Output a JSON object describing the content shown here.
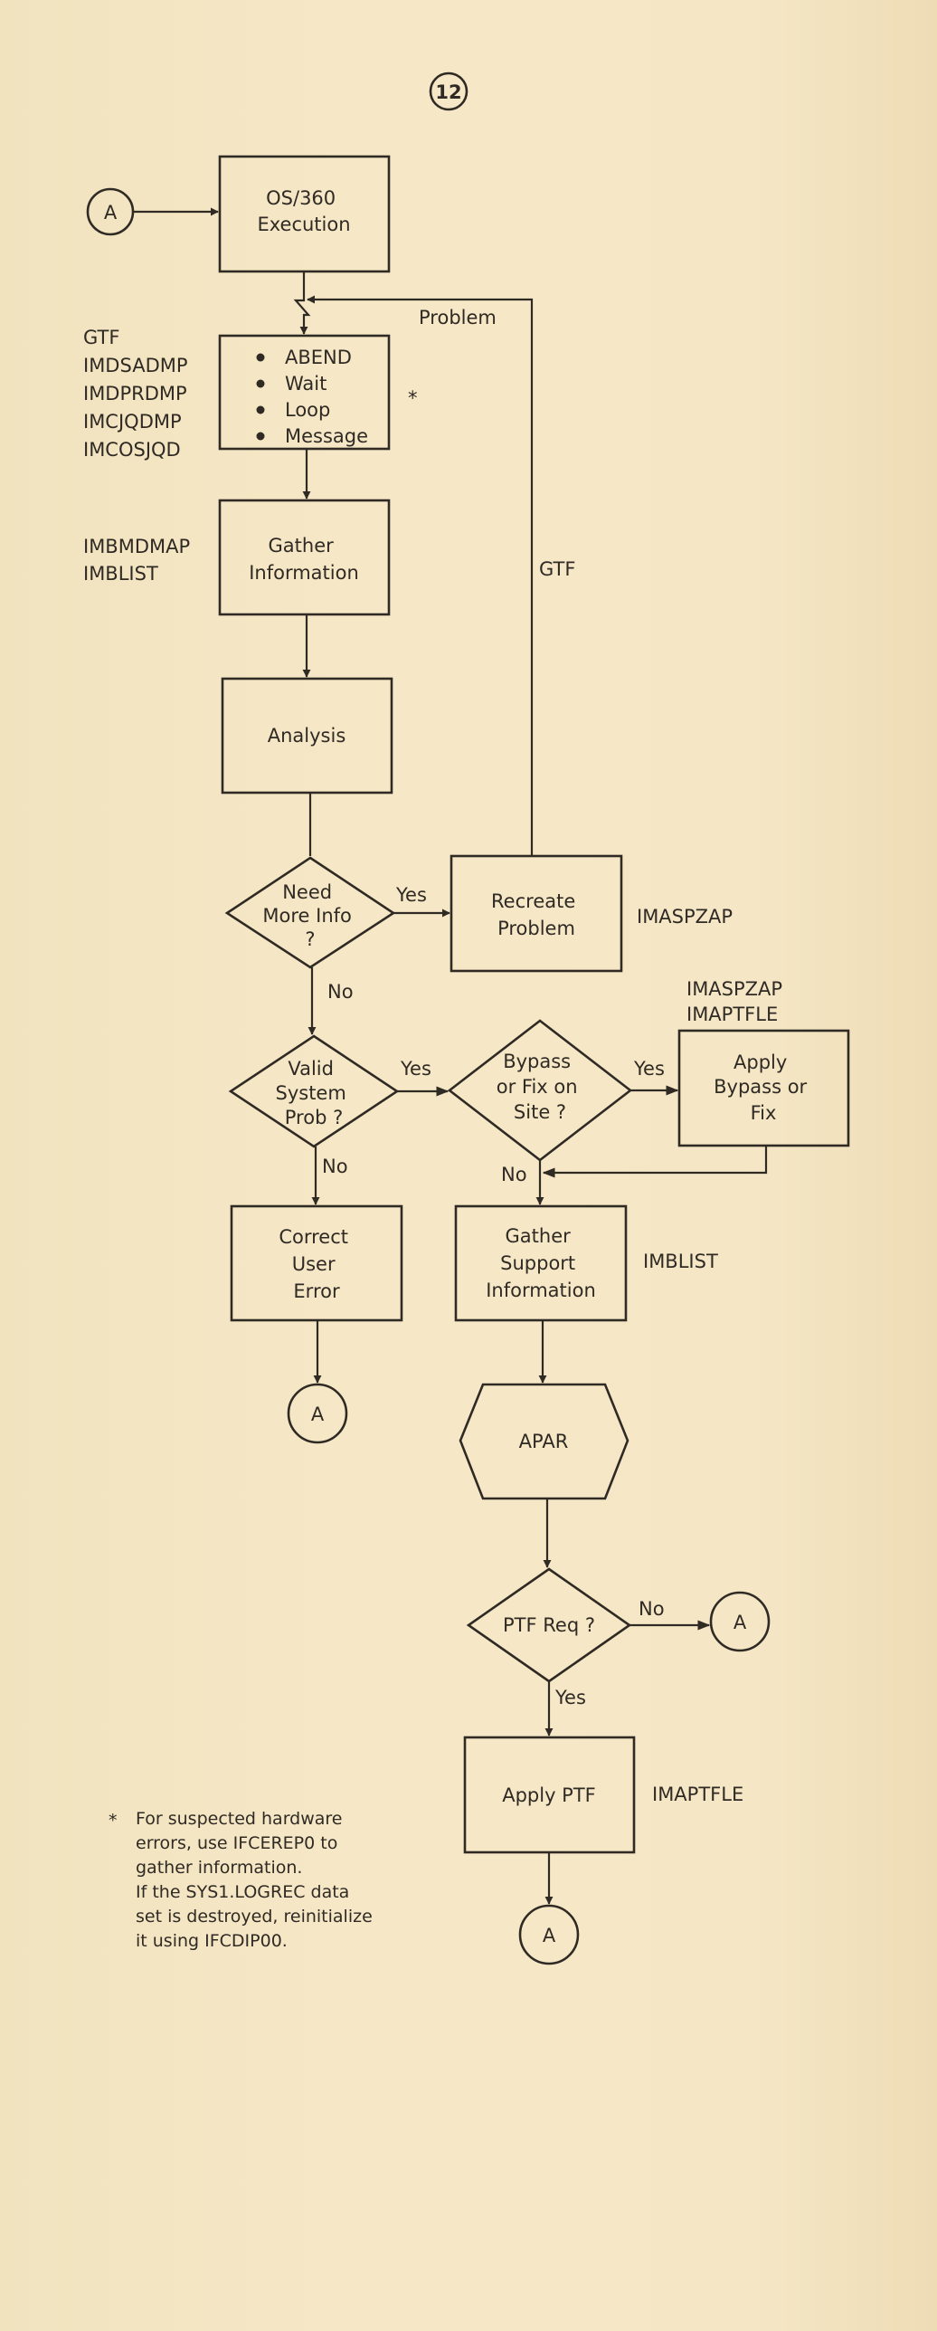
{
  "page_number": "12",
  "connector_label": "A",
  "nodes": {
    "os360_execution": [
      "OS/360",
      "Execution"
    ],
    "symptoms": [
      "ABEND",
      "Wait",
      "Loop",
      "Message"
    ],
    "gather_information": [
      "Gather",
      "Information"
    ],
    "analysis": [
      "Analysis"
    ],
    "need_more_info": [
      "Need",
      "More Info",
      "?"
    ],
    "recreate_problem": [
      "Recreate",
      "Problem"
    ],
    "valid_system_prob": [
      "Valid",
      "System",
      "Prob ?"
    ],
    "bypass_or_fix": [
      "Bypass",
      "or Fix on",
      "Site ?"
    ],
    "apply_bypass_or_fix": [
      "Apply",
      "Bypass or",
      "Fix"
    ],
    "correct_user_error": [
      "Correct",
      "User",
      "Error"
    ],
    "gather_support_information": [
      "Gather",
      "Support",
      "Information"
    ],
    "apar": [
      "APAR"
    ],
    "ptf_req": [
      "PTF Req ?"
    ],
    "apply_ptf": [
      "Apply PTF"
    ]
  },
  "edge_labels": {
    "problem": "Problem",
    "gtf_loop": "GTF",
    "yes": "Yes",
    "no": "No"
  },
  "tool_labels": {
    "symptom_tools": [
      "GTF",
      "IMDSADMP",
      "IMDPRDMP",
      "IMCJQDMP",
      "IMCOSJQD"
    ],
    "gather_tools": [
      "IMBMDMAP",
      "IMBLIST"
    ],
    "recreate_tool": "IMASPZAP",
    "apply_fix_tools": [
      "IMASPZAP",
      "IMAPTFLE"
    ],
    "support_tool": "IMBLIST",
    "ptf_tool": "IMAPTFLE"
  },
  "asterisk": "*",
  "footnote": [
    "For suspected hardware",
    "errors, use IFCEREP0 to",
    "gather information.",
    "If the SYS1.LOGREC data",
    "set is destroyed, reinitialize",
    "it using IFCDIP00."
  ]
}
